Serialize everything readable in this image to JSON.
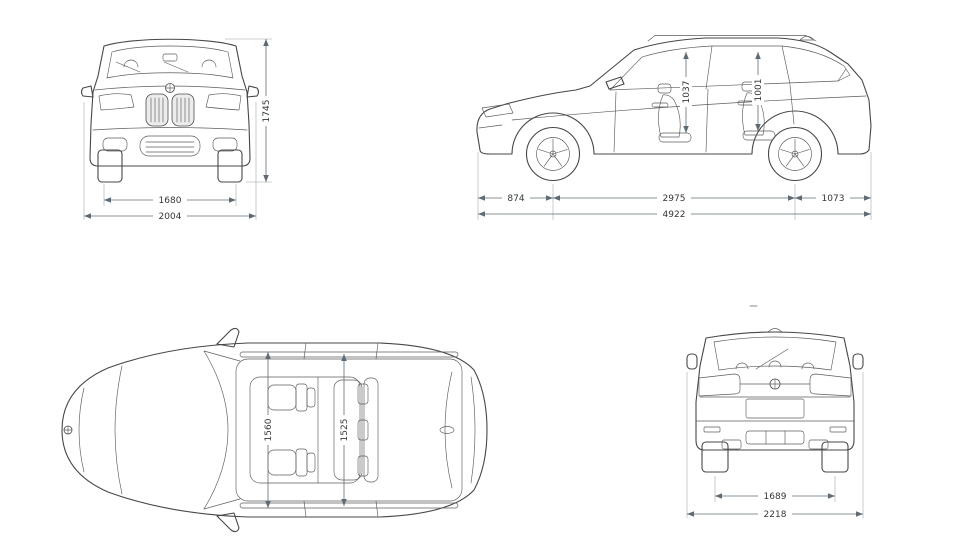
{
  "views": {
    "front": {
      "height": "1745",
      "track_width": "1680",
      "overall_width": "2004"
    },
    "side": {
      "front_interior_height": "1037",
      "rear_interior_height": "1001",
      "front_overhang": "874",
      "wheelbase": "2975",
      "rear_overhang": "1073",
      "overall_length": "4922"
    },
    "top": {
      "front_interior_width": "1560",
      "rear_interior_width": "1525"
    },
    "rear": {
      "track_width": "1689",
      "overall_width": "2218"
    }
  }
}
